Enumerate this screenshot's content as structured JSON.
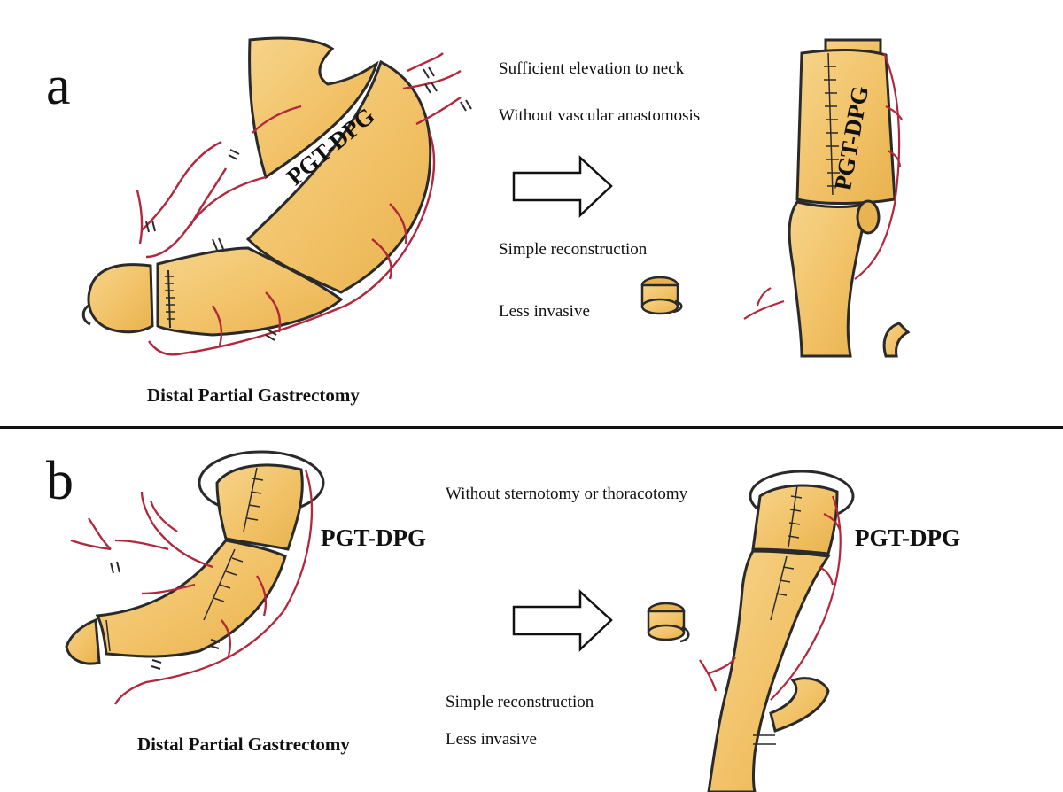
{
  "panel_a": {
    "letter": "a",
    "notes": {
      "elevation": "Sufficient elevation to neck",
      "vascular": "Without vascular anastomosis",
      "simple": "Simple reconstruction",
      "invasive": "Less invasive"
    },
    "conduit_label_left": "PGT-DPG",
    "conduit_label_right": "PGT-DPG",
    "caption": "Distal Partial Gastrectomy"
  },
  "panel_b": {
    "letter": "b",
    "notes": {
      "sternotomy": "Without sternotomy or thoracotomy",
      "simple": "Simple reconstruction",
      "invasive": "Less invasive"
    },
    "conduit_label_left": "PGT-DPG",
    "conduit_label_right": "PGT-DPG",
    "caption": "Distal Partial Gastrectomy"
  },
  "colors": {
    "tissue": "#f3c56a",
    "tissue_light": "#f8deA0",
    "outline": "#2a2a2a",
    "vessel": "#b3273d"
  }
}
